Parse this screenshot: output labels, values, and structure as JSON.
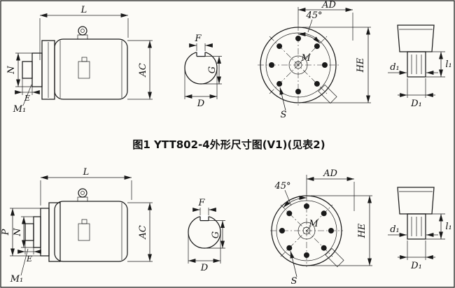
{
  "page": {
    "caption": "图1  YTT802-4外形尺寸图(V1)(见表2)",
    "ink_color": "#1a1a1a",
    "paper_color": "#fcfbf7"
  },
  "fig_top": {
    "side_view": {
      "L": "L",
      "AC": "AC",
      "N": "N",
      "E": "E",
      "M1": "M₁"
    },
    "shaft_section": {
      "F": "F",
      "G": "G",
      "D": "D"
    },
    "flange_view": {
      "angle": "45°",
      "AD": "AD",
      "M": "M",
      "HE": "HE",
      "S": "S"
    },
    "shaft_end": {
      "l1": "l₁",
      "d1": "d₁",
      "D1": "D₁"
    }
  },
  "fig_bottom": {
    "side_view": {
      "L": "L",
      "AC": "AC",
      "P": "P",
      "N": "N",
      "E": "E",
      "M1": "M₁"
    },
    "shaft_section": {
      "F": "F",
      "G": "G",
      "D": "D"
    },
    "flange_view": {
      "angle": "45°",
      "AD": "AD",
      "M": "M",
      "HE": "HE",
      "S": "S"
    },
    "shaft_end": {
      "l1": "l₁",
      "d1": "d₁",
      "D1": "D₁"
    }
  }
}
